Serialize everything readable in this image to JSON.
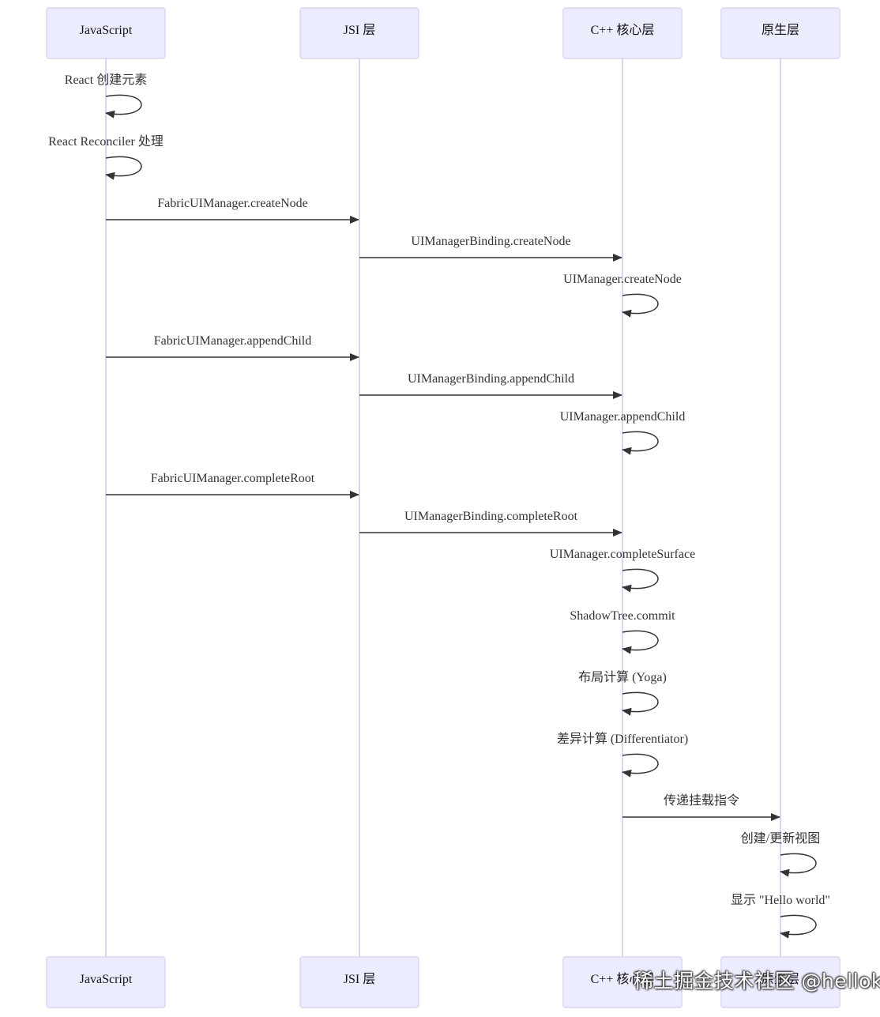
{
  "participants": [
    {
      "id": "js",
      "label": "JavaScript"
    },
    {
      "id": "jsi",
      "label": "JSI 层"
    },
    {
      "id": "cpp",
      "label": "C++ 核心层"
    },
    {
      "id": "native",
      "label": "原生层"
    }
  ],
  "messages": [
    {
      "from": "js",
      "to": "js",
      "label": "React 创建元素"
    },
    {
      "from": "js",
      "to": "js",
      "label": "React Reconciler 处理"
    },
    {
      "from": "js",
      "to": "jsi",
      "label": "FabricUIManager.createNode"
    },
    {
      "from": "jsi",
      "to": "cpp",
      "label": "UIManagerBinding.createNode"
    },
    {
      "from": "cpp",
      "to": "cpp",
      "label": "UIManager.createNode"
    },
    {
      "from": "js",
      "to": "jsi",
      "label": "FabricUIManager.appendChild"
    },
    {
      "from": "jsi",
      "to": "cpp",
      "label": "UIManagerBinding.appendChild"
    },
    {
      "from": "cpp",
      "to": "cpp",
      "label": "UIManager.appendChild"
    },
    {
      "from": "js",
      "to": "jsi",
      "label": "FabricUIManager.completeRoot"
    },
    {
      "from": "jsi",
      "to": "cpp",
      "label": "UIManagerBinding.completeRoot"
    },
    {
      "from": "cpp",
      "to": "cpp",
      "label": "UIManager.completeSurface"
    },
    {
      "from": "cpp",
      "to": "cpp",
      "label": "ShadowTree.commit"
    },
    {
      "from": "cpp",
      "to": "cpp",
      "label": "布局计算 (Yoga)"
    },
    {
      "from": "cpp",
      "to": "cpp",
      "label": "差异计算 (Differentiator)"
    },
    {
      "from": "cpp",
      "to": "native",
      "label": "传递挂载指令"
    },
    {
      "from": "native",
      "to": "native",
      "label": "创建/更新视图"
    },
    {
      "from": "native",
      "to": "native",
      "label": "显示 \"Hello world\""
    }
  ],
  "watermark": "稀土掘金技术社区 @hellokai",
  "colors": {
    "actor_fill": "#ECECFF",
    "actor_border": "#D9D6F2",
    "lifeline": "#CCC8EC",
    "arrow": "#333333"
  }
}
